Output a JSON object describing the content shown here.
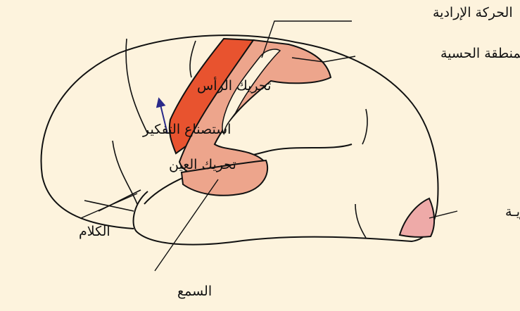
{
  "labels": {
    "motor": "الحركة الإرادية",
    "sensory": "المنطقة الحسية",
    "head_movement": "تحريك الرأس",
    "thinking": "استصناع التفكير",
    "eye_movement": "تحريك العين",
    "speech": "الكلام",
    "hearing": "السمع",
    "vision": "الرؤيـة"
  },
  "colors": {
    "background": "#fdf3dd",
    "motor_area": "#e8532f",
    "sensory_area": "#eda58c",
    "hearing_area": "#eda58c",
    "vision_area": "#eeaaa8",
    "outline": "#111111",
    "arrow": "#2a2a8a"
  }
}
